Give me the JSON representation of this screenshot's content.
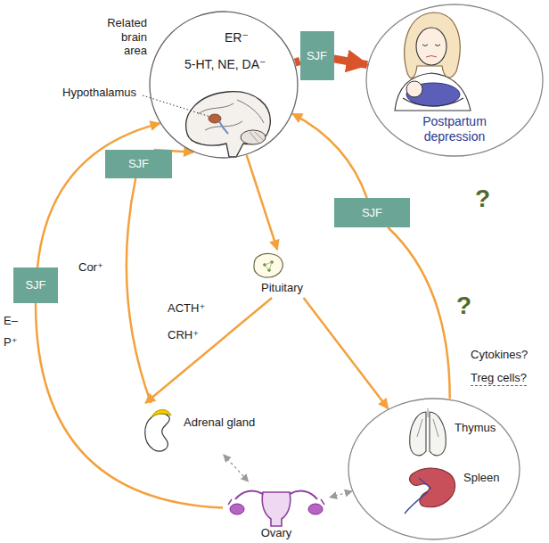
{
  "diagram": {
    "nodes": [
      {
        "text": [
          "Related brain area",
          "ER⁻",
          "5-HT, NE, DA⁻"
        ]
      },
      {
        "text": [
          "SJF"
        ]
      },
      {
        "text": [
          "Postpartum depression"
        ]
      },
      {
        "text": [
          "Pituitary"
        ]
      },
      {
        "text": [
          "SJF"
        ]
      },
      {
        "text": [
          "SJF"
        ]
      },
      {
        "text": [
          "SJF"
        ]
      },
      {
        "text": [
          "Adrenal gland"
        ]
      },
      {
        "text": [
          "Thymus",
          "Spleen"
        ]
      },
      {
        "text": [
          "Ovary"
        ]
      }
    ],
    "edges": [
      {
        "from": 0,
        "to": 1,
        "arrow": "none"
      },
      {
        "from": 1,
        "to": 2,
        "arrow": "to"
      },
      {
        "from": 0,
        "to": 3,
        "arrow": "to"
      },
      {
        "from": 3,
        "to": 7,
        "arrow": "to"
      },
      {
        "from": 3,
        "to": 8,
        "arrow": "to"
      },
      {
        "from": 7,
        "to": 5,
        "arrow": "none"
      },
      {
        "from": 5,
        "to": 0,
        "arrow": "to"
      },
      {
        "from": 9,
        "to": 4,
        "arrow": "none"
      },
      {
        "from": 4,
        "to": 0,
        "arrow": "to"
      },
      {
        "from": 8,
        "to": 6,
        "arrow": "none"
      },
      {
        "from": 6,
        "to": 0,
        "arrow": "to"
      },
      {
        "from": 7,
        "to": 9,
        "arrow": "both"
      },
      {
        "from": 9,
        "to": 8,
        "arrow": "both"
      }
    ],
    "labels": [
      "Hypothalamus",
      "ACTH⁺",
      "CRH⁺",
      "Cor⁺",
      "E–",
      "P⁺",
      "?",
      "?",
      "Cytokines?",
      "Treg cells?"
    ]
  }
}
